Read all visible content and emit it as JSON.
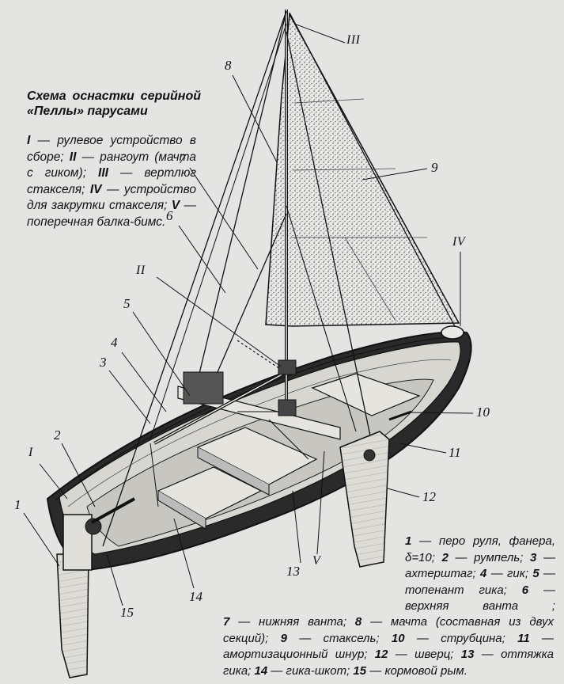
{
  "title": "Схема оснастки серийной «Пеллы» парусами",
  "legend_top": [
    {
      "key": "I",
      "text": "— рулевое устройство в сборе;"
    },
    {
      "key": "II",
      "text": "— рангоут (мачта с гиком);"
    },
    {
      "key": "III",
      "text": "— вертлюг стакселя;"
    },
    {
      "key": "IV",
      "text": "— устройство для закрутки стакселя;"
    },
    {
      "key": "V",
      "text": "— поперечная балка-бимс."
    }
  ],
  "legend_bottom_right": [
    {
      "key": "1",
      "text": "— перо руля, фанера,"
    },
    {
      "key": "",
      "text": "δ=10;"
    },
    {
      "key": "2",
      "text": "— румпель;"
    },
    {
      "key": "3",
      "text": "— ахтерштаг;"
    },
    {
      "key": "4",
      "text": "— гик;"
    },
    {
      "key": "5",
      "text": "— топенант гика;"
    },
    {
      "key": "6",
      "text": "— верхняя ванта ;"
    }
  ],
  "legend_bottom": [
    {
      "key": "7",
      "text": "— нижняя ванта;"
    },
    {
      "key": "8",
      "text": "— мачта (составная из двух секций);"
    },
    {
      "key": "9",
      "text": "— стаксель;"
    },
    {
      "key": "10",
      "text": "— струбцина;"
    },
    {
      "key": "11",
      "text": "— амортизационный шнур;"
    },
    {
      "key": "12",
      "text": "— шверц;"
    },
    {
      "key": "13",
      "text": "— оттяжка гика;"
    },
    {
      "key": "14",
      "text": "— гика-шкот;"
    },
    {
      "key": "15",
      "text": "— кормовой рым."
    }
  ],
  "labels": {
    "n1": "1",
    "n2": "2",
    "n3": "3",
    "n4": "4",
    "n5": "5",
    "n6": "6",
    "n7": "7",
    "n8": "8",
    "n9": "9",
    "n10": "10",
    "n11": "11",
    "n12": "12",
    "n13": "13",
    "n14": "14",
    "n15": "15",
    "rI": "I",
    "rII": "II",
    "rIII": "III",
    "rIV": "IV",
    "rV": "V"
  },
  "colors": {
    "ink": "#111111",
    "paper": "#e4e4e2",
    "hull_dark": "#2a2a2a",
    "sail": "#c9c9c6",
    "wood": "#d6d4cf"
  }
}
